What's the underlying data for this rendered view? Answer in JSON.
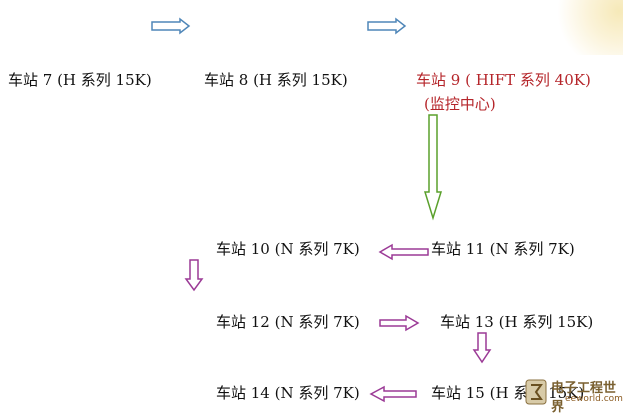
{
  "stations": [
    {
      "id": "s7",
      "label": "车站 7 (H 系列 15K)"
    },
    {
      "id": "s8",
      "label": "车站 8 (H 系列 15K)"
    },
    {
      "id": "s9",
      "label": "车站 9 ( HIFT 系列 40K)",
      "sub": "(监控中心)"
    },
    {
      "id": "s10",
      "label": "车站 10 (N 系列  7K)"
    },
    {
      "id": "s11",
      "label": "车站 11 (N 系列  7K)"
    },
    {
      "id": "s12",
      "label": "车站 12 (N 系列  7K)"
    },
    {
      "id": "s13",
      "label": "车站 13 (H 系列 15K)"
    },
    {
      "id": "s14",
      "label": "车站 14 (N 系列  7K)"
    },
    {
      "id": "s15",
      "label": "车站 15 (H 系列 15K)"
    }
  ],
  "colors": {
    "highlight": "#b5252a",
    "top_arrow": "#4f86b8",
    "down_arrow": "#5aa02c",
    "link_arrow": "#9b3a96"
  },
  "watermark": {
    "title": "电子工程世界",
    "site": "eeworld.com.cn"
  }
}
